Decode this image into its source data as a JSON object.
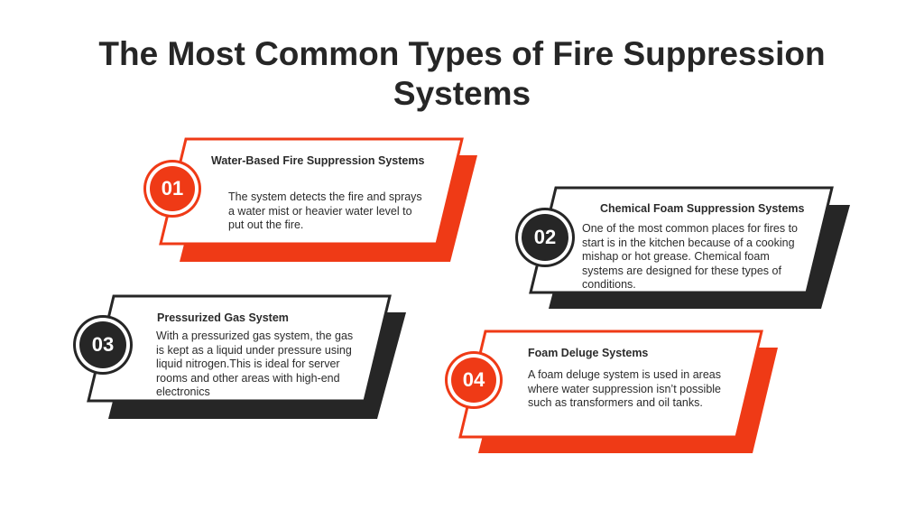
{
  "title": {
    "line1": "The Most Common Types of Fire Suppression",
    "line2": "Systems"
  },
  "colors": {
    "accent_red": "#ef3a16",
    "dark": "#262626",
    "text": "#2b2b2b",
    "background": "#ffffff"
  },
  "steps": [
    {
      "number": "01",
      "heading": "Water-Based Fire Suppression Systems",
      "body": "The system detects the fire and sprays a water mist or heavier water level to put out the fire.",
      "color": "red"
    },
    {
      "number": "02",
      "heading": "Chemical Foam Suppression Systems",
      "body": "One of the most common places for fires to start is in the kitchen because of a cooking mishap or hot grease. Chemical foam systems are designed for these types of conditions.",
      "color": "dark"
    },
    {
      "number": "03",
      "heading": "Pressurized Gas System",
      "body": "With a pressurized gas system, the gas is kept as a liquid under pressure using liquid nitrogen.This is ideal for server rooms and other areas with high-end electronics",
      "color": "dark"
    },
    {
      "number": "04",
      "heading": "Foam Deluge Systems",
      "body": "A foam deluge system is used in areas where water suppression isn’t possible such as transformers and oil tanks.",
      "color": "red"
    }
  ]
}
